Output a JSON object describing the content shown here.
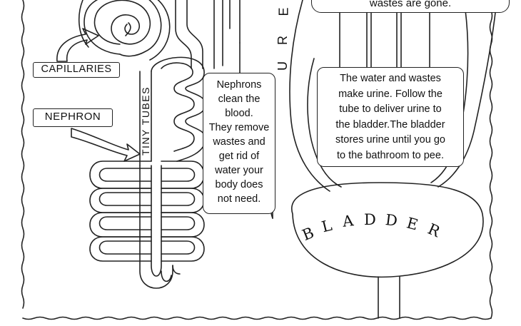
{
  "labels": {
    "capillaries": "CAPILLARIES",
    "nephron": "NEPHRON",
    "tiny_tubes": "TINY TUBES",
    "ureter_partial": [
      "U",
      "R",
      "E"
    ],
    "bladder_letters": [
      "B",
      "L",
      "A",
      "D",
      "D",
      "E",
      "R"
    ]
  },
  "notes": {
    "top_partial": "wastes are gone.",
    "nephrons_lines": [
      "Nephrons",
      "clean the",
      "blood.",
      "They remove",
      "wastes and",
      "get rid of",
      "water your",
      "body does",
      "not need."
    ],
    "urine_lines": [
      "The water and wastes",
      "make urine. Follow the",
      "tube to deliver urine to",
      "the bladder.The bladder",
      "stores urine until you go",
      "to the bathroom to pee."
    ]
  },
  "colors": {
    "ink": "#111111",
    "paper": "#ffffff"
  }
}
